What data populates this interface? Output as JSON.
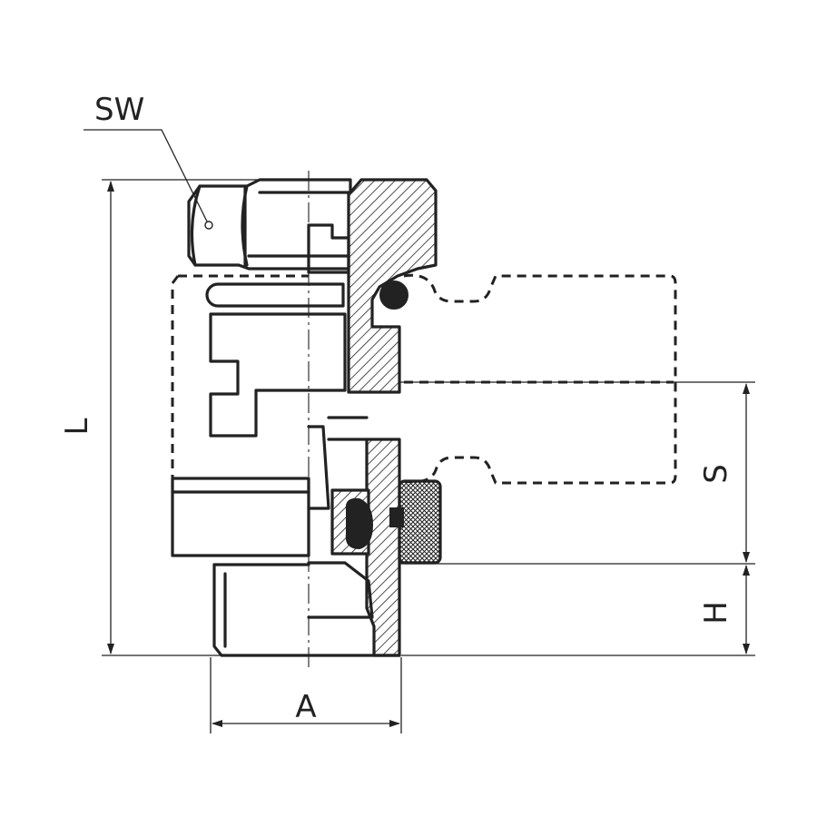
{
  "labels": {
    "wrench_size": "SW",
    "length": "L",
    "diameter": "A",
    "port_spacing": "S",
    "height": "H"
  }
}
